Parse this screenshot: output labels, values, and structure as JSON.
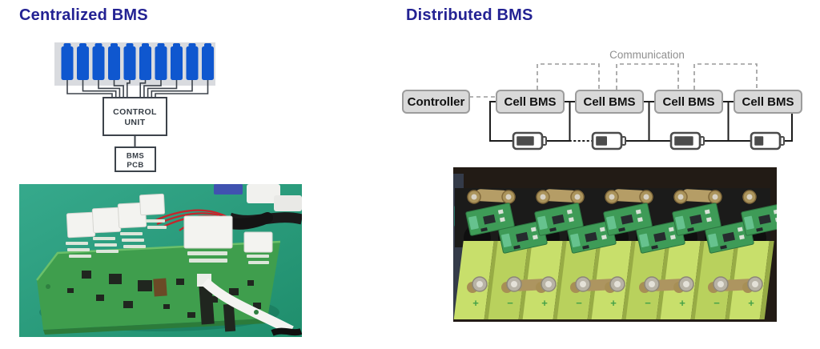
{
  "page": {
    "background": "#ffffff",
    "title_color": "#232293"
  },
  "centralized": {
    "title": "Centralized BMS",
    "diagram": {
      "cells": {
        "count": 10,
        "color": "#0f57cf",
        "strip_color": "#d9dbdf"
      },
      "control_unit": {
        "line1": "CONTROL",
        "line2": "UNIT"
      },
      "bms_pcb": {
        "line1": "BMS",
        "line2": "PCB"
      },
      "line_color": "#3d434b"
    },
    "photo": {
      "kind": "centralized-bms-pcb-photo"
    }
  },
  "distributed": {
    "title": "Distributed BMS",
    "diagram": {
      "communication_label": "Communication",
      "controller_label": "Controller",
      "cell_bms_labels": [
        "Cell BMS",
        "Cell BMS",
        "Cell BMS",
        "Cell BMS"
      ],
      "battery_levels": [
        0.78,
        0.5,
        0.85,
        0.4
      ],
      "box_fill": "#d9d9d9",
      "box_border": "#9c9c9c",
      "box_text_color": "#111111",
      "wire_color": "#1c1c1c",
      "dash_color": "#9a9a9a",
      "battery_color": "#4c4c4c"
    },
    "photo": {
      "kind": "distributed-bms-pack-photo",
      "polarity_marks": [
        "+",
        "−",
        "+",
        "−",
        "+",
        "−",
        "+",
        "−",
        "+"
      ]
    }
  }
}
